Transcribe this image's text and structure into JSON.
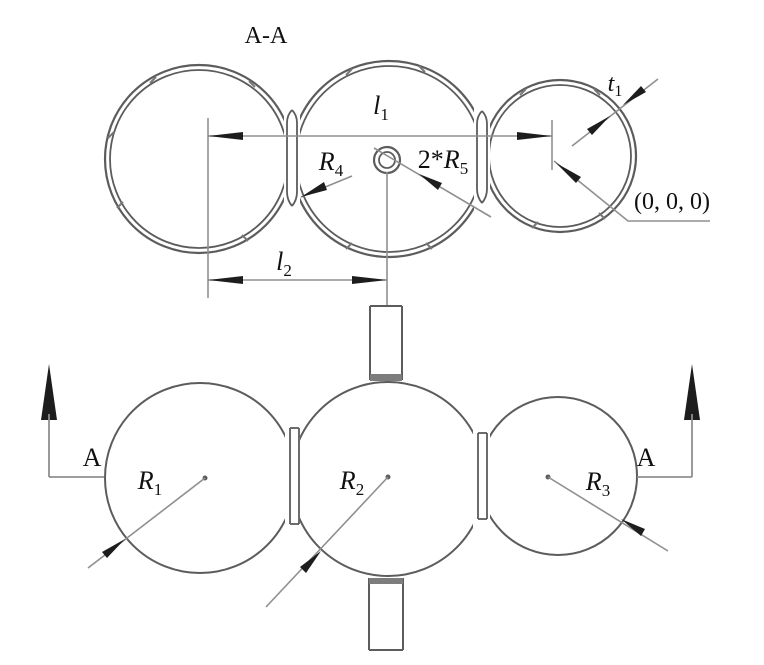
{
  "title": {
    "section_view": "A-A"
  },
  "colors": {
    "line": "#5c5c5c",
    "dim": "#8f8f8f",
    "arrow": "#1d1d1d",
    "text": "#101010",
    "band": "#7d7d7d",
    "bg": "#ffffff",
    "tick": "#787878"
  },
  "top_view": {
    "labels": {
      "l1": {
        "main": "l",
        "sub": "1"
      },
      "l2": {
        "main": "l",
        "sub": "2"
      },
      "r4": {
        "main": "R",
        "sub": "4"
      },
      "r5": {
        "prefix": "2*",
        "main": "R",
        "sub": "5"
      },
      "t1": {
        "main": "t",
        "sub": "1"
      },
      "origin": "(0, 0, 0)"
    }
  },
  "bottom_view": {
    "labels": {
      "r1": {
        "main": "R",
        "sub": "1"
      },
      "r2": {
        "main": "R",
        "sub": "2"
      },
      "r3": {
        "main": "R",
        "sub": "3"
      },
      "section_left": "A",
      "section_right": "A"
    }
  }
}
